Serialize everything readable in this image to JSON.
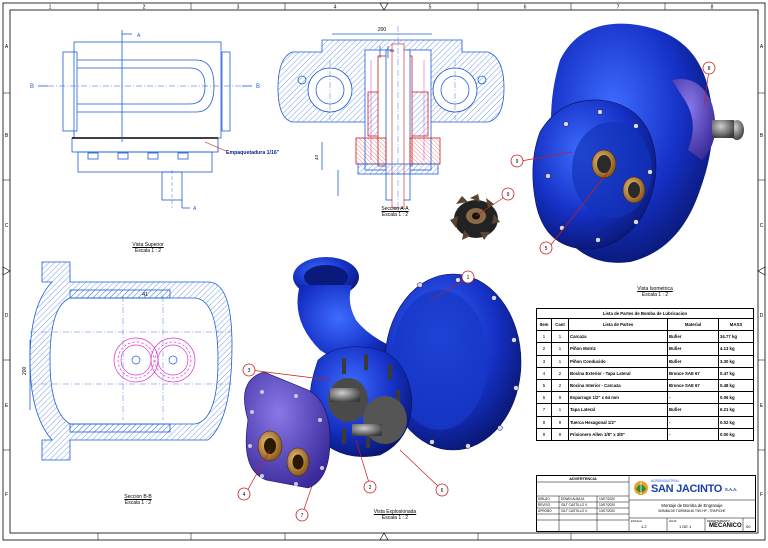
{
  "frame": {
    "col_labels": [
      "1",
      "2",
      "3",
      "4",
      "5",
      "6",
      "7",
      "8"
    ],
    "row_labels": [
      "A",
      "B",
      "C",
      "D",
      "E",
      "F"
    ]
  },
  "views": {
    "top": {
      "title": "Vista Superior",
      "scale": "Escala 1 : 2"
    },
    "section_aa": {
      "title": "Seccion A-A",
      "scale": "Escala 1 : 2"
    },
    "isometric": {
      "title": "Vista Isometrica",
      "scale": "Escala 1 : 2"
    },
    "section_bb": {
      "title": "Seccion B-B",
      "scale": "Escala 1 : 2"
    },
    "exploded": {
      "title": "Vista Explosionada",
      "scale": "Escala 1 : 2"
    }
  },
  "annotations": {
    "gasket": "Empaquetadura 1/16\"",
    "section_a": "A",
    "section_b": "B",
    "dim_top": "200",
    "dim_small": "15",
    "dim_left": "43",
    "dim_bb_width": "41",
    "dim_bb_height": "200"
  },
  "balloons": {
    "iso_top_right": "8",
    "iso_left": "9",
    "iso_bottom": "5",
    "gear_small": "9",
    "exp_1": "1",
    "exp_3": "3",
    "exp_4": "4",
    "exp_2": "2",
    "exp_6": "6",
    "exp_7": "7"
  },
  "bom": {
    "title": "Lista de Partes de Bomba de Lubricacion",
    "headers": [
      "Item",
      "Cant",
      "Lista de Partes",
      "Material",
      "MASS"
    ],
    "rows": [
      [
        "1",
        "1",
        "Carcaza",
        "Bufier",
        "34.77 kg"
      ],
      [
        "2",
        "1",
        "Piñon Motriz",
        "Bufier",
        "4.13 kg"
      ],
      [
        "3",
        "1",
        "Piñon Conducido",
        "Bufier",
        "3.30 kg"
      ],
      [
        "4",
        "2",
        "Bocina Exterior - Tapa Lateral",
        "Bronce SAE 67",
        "0.47 kg"
      ],
      [
        "5",
        "2",
        "Bocina Interior - Carcaza",
        "Bronce SAE 67",
        "0.48 kg"
      ],
      [
        "6",
        "9",
        "Esparrago 1/2\" x 64 mm",
        "-",
        "0.06 kg"
      ],
      [
        "7",
        "1",
        "Tapa Lateral",
        "Bufier",
        "6.21 kg"
      ],
      [
        "8",
        "9",
        "Tuerca Hexagonal 1/2\"",
        "-",
        "0.02 kg"
      ],
      [
        "9",
        "9",
        "Prisionero Allen 1/8\" x 3/8\"",
        "-",
        "0.00 kg"
      ]
    ]
  },
  "title_block": {
    "company": "SAN JACINTO",
    "company_suffix": "S.A.A.",
    "company_sub": "AGROINDUSTRIAL",
    "header": "ADVERTENCIA",
    "drawing_title": "Montaje de Bomba de Engranaje",
    "drawing_sub": "BOMBA DE TURBINA 60 TNS HP - TRAPICHE",
    "scale_label": "ESCALA",
    "scale": "1:2",
    "sheet_label": "HOJA",
    "sheet": "1 DE 1",
    "dept": "MECANICO",
    "dept_label": "DEPARTAMENTO",
    "rev": "00",
    "rows": [
      [
        "DIBUJO",
        "EDWIN ALBA M.",
        "10/07/2020"
      ],
      [
        "REVISO",
        "GILT CASTILLO V.",
        "10/07/2020"
      ],
      [
        "APROBO",
        "GILT CASTILLO V.",
        "10/07/2020"
      ],
      [
        "",
        "",
        ""
      ]
    ]
  },
  "colors": {
    "line": "#1e5bd8",
    "blue_dark": "#0b1f8c",
    "blue_mid": "#1638c8",
    "magenta": "#d63bd1",
    "red": "#c81c1c",
    "bronze": "#c08a3c"
  }
}
